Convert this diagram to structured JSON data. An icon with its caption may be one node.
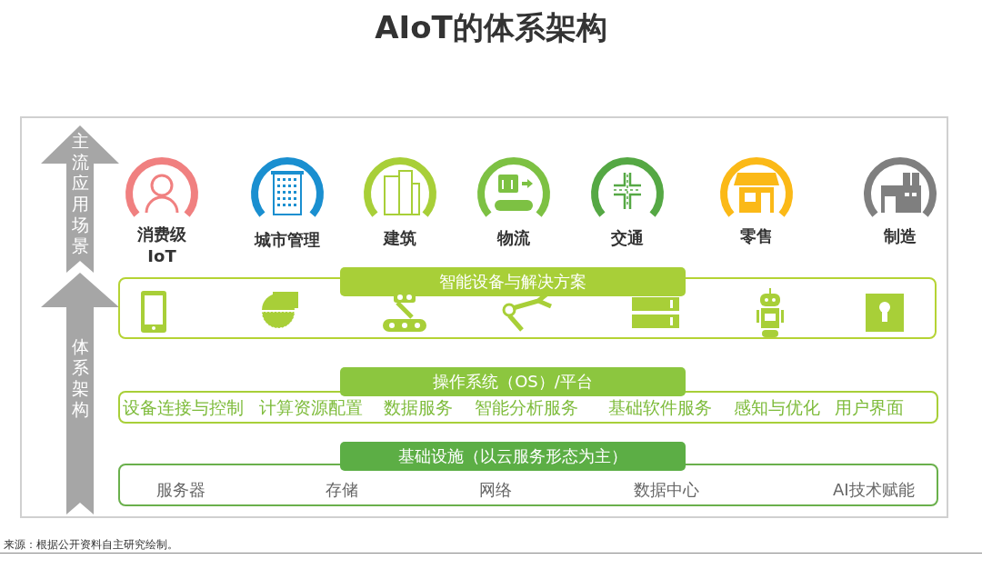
{
  "diagram": {
    "title": "AIoT的体系架构",
    "nodes": [
      {
        "text": [
          "主流应用场景"
        ]
      },
      {
        "text": [
          "体系架构"
        ]
      },
      {
        "text": [
          "智能设备与解决方案"
        ]
      },
      {
        "text": [
          "操作系统（OS）/平台",
          "设备连接与控制",
          "计算资源配置",
          "数据服务",
          "智能分析服务",
          "基础软件服务",
          "感知与优化",
          "用户界面"
        ]
      },
      {
        "text": [
          "基础设施（以云服务形态为主）",
          "服务器",
          "存储",
          "网络",
          "数据中心",
          "AI技术赋能"
        ]
      }
    ],
    "labels": [
      "消费级 IoT",
      "城市管理",
      "建筑",
      "物流",
      "交通",
      "零售",
      "制造",
      "来源：根据公开资料自主研究绘制。"
    ]
  }
}
